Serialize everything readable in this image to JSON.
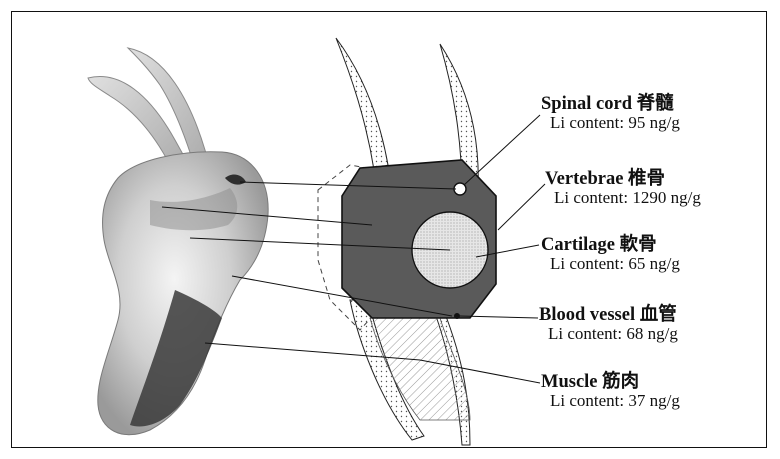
{
  "labels": [
    {
      "id": "spinal-cord",
      "name": "Spinal cord 脊髓",
      "content": "Li content: 95 ng/g"
    },
    {
      "id": "vertebrae",
      "name": "Vertebrae 椎骨",
      "content": "Li content: 1290 ng/g"
    },
    {
      "id": "cartilage",
      "name": "Cartilage 軟骨",
      "content": "Li content: 65 ng/g"
    },
    {
      "id": "blood-vessel",
      "name": "Blood vessel 血管",
      "content": "Li content: 68 ng/g"
    },
    {
      "id": "muscle",
      "name": "Muscle 筋肉",
      "content": "Li content: 37 ng/g"
    }
  ],
  "colors": {
    "vertebra": "#5a5a5a",
    "cartilage": "#dcdcdc",
    "ink": "#111111"
  }
}
